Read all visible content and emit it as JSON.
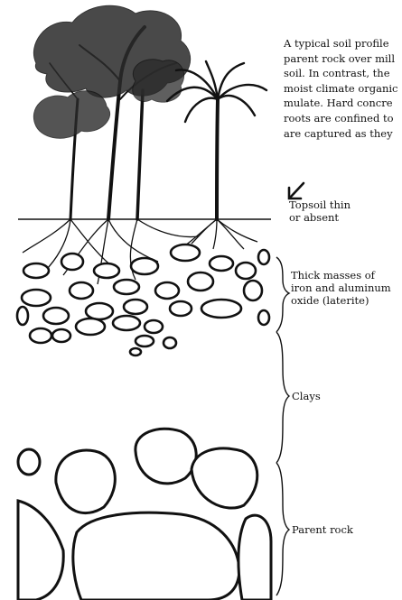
{
  "caption": {
    "lines": [
      "A typical soil profile",
      "parent rock over mill",
      "soil. In contrast, the",
      "moist climate organic",
      "mulate. Hard concre",
      "roots are confined to",
      "are captured as they"
    ]
  },
  "labels": {
    "topsoil": [
      "Topsoil thin",
      "or absent"
    ],
    "laterite": [
      "Thick masses of",
      "iron and aluminum",
      "oxide (laterite)"
    ],
    "clays": "Clays",
    "parent_rock": "Parent rock"
  },
  "colors": {
    "ink": "#111111",
    "paper": "#ffffff"
  }
}
